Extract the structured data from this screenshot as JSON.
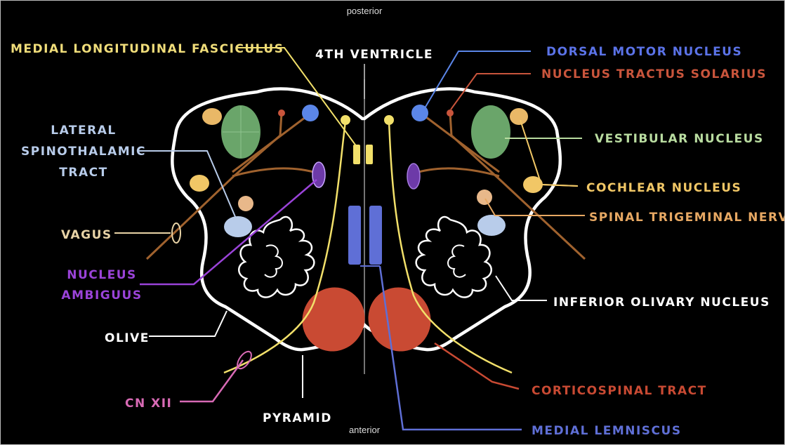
{
  "orientation": {
    "top": "posterior",
    "bottom": "anterior"
  },
  "labels": {
    "mlf": "MEDIAL LONGITUDINAL FASCICULUS",
    "fourth_ventricle": "4TH VENTRICLE",
    "dorsal_motor": "DORSAL MOTOR NUCLEUS",
    "tractus_solarius": "NUCLEUS TRACTUS SOLARIUS",
    "lateral_spino_1": "LATERAL",
    "lateral_spino_2": "SPINOTHALAMIC",
    "lateral_spino_3": "TRACT",
    "vestibular": "VESTIBULAR NUCLEUS",
    "cochlear": "COCHLEAR NUCLEUS",
    "spinal_trigeminal": "SPINAL TRIGEMINAL NERVE",
    "vagus": "VAGUS",
    "ambiguus_1": "NUCLEUS",
    "ambiguus_2": "AMBIGUUS",
    "inferior_olivary": "INFERIOR OLIVARY NUCLEUS",
    "olive": "OLIVE",
    "corticospinal": "CORTICOSPINAL TRACT",
    "cn_xii": "CN XII",
    "pyramid": "PYRAMID",
    "medial_lemniscus": "MEDIAL LEMNISCUS"
  },
  "colors": {
    "background": "#000000",
    "outline": "#ffffff",
    "mlf_yellow": "#f2e06a",
    "mlf_label": "#f0dd7a",
    "dorsal_blue": "#5b86e8",
    "dorsal_label": "#5b73e8",
    "solitarius_red": "#c9553c",
    "lst_blue": "#b8ccea",
    "vestibular_green": "#6aa56a",
    "vestibular_label": "#b9dca0",
    "cochlear_yellow": "#f1c766",
    "trigeminal_orange": "#e7a863",
    "vagus": "#e8d3a6",
    "ambiguus_purple": "#9a43d8",
    "ambiguus_fill": "#6d3aa8",
    "corticospinal_red": "#c94a33",
    "cn_xii_pink": "#d86ab5",
    "lemniscus_blue": "#5f6fd6",
    "brown_fibers": "#a0622e"
  }
}
